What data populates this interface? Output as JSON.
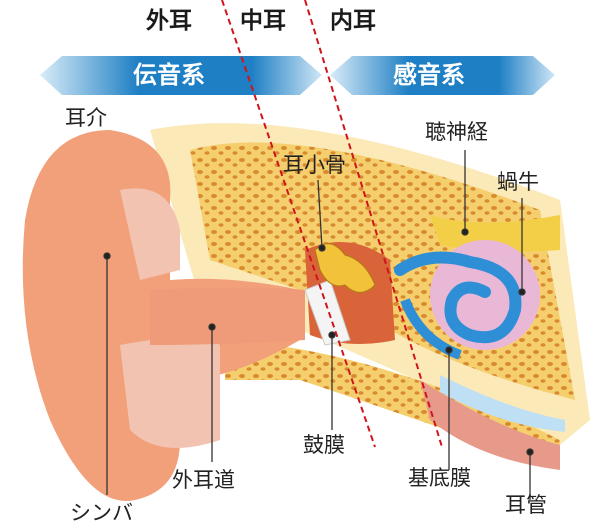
{
  "sections": {
    "outer": "外耳",
    "middle": "中耳",
    "inner": "内耳"
  },
  "banners": {
    "conductive": "伝音系",
    "sensorineural": "感音系"
  },
  "labels": {
    "pinna": "耳介",
    "ossicles": "耳小骨",
    "auditory_nerve": "聴神経",
    "cochlea": "蝸牛",
    "eardrum": "鼓膜",
    "ear_canal": "外耳道",
    "basilar_membrane": "基底膜",
    "eustachian_tube": "耳管",
    "cymba": "シンバ"
  },
  "colors": {
    "banner": "#1e7fc4",
    "divider": "#d0141c",
    "skin": "#f2a07a",
    "bone": "#f3c86a",
    "cochlea": "#e9b7d8",
    "fluid": "#3a9ad9"
  }
}
